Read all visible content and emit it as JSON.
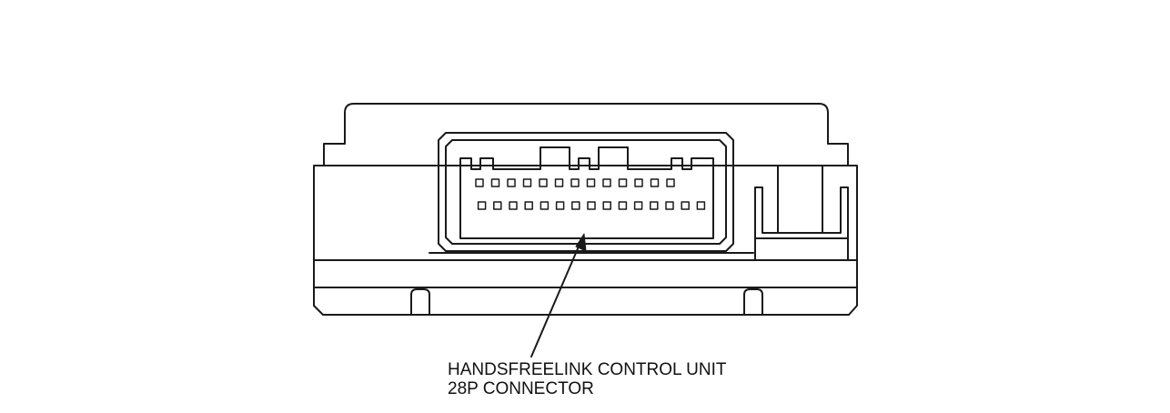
{
  "diagram": {
    "callout": {
      "line1": "HANDSFREELINK CONTROL UNIT",
      "line2": "28P CONNECTOR"
    },
    "connector": {
      "upper_row_pins": 13,
      "lower_row_pins": 15
    },
    "colors": {
      "line": "#1a1a1a",
      "background": "#ffffff"
    }
  }
}
